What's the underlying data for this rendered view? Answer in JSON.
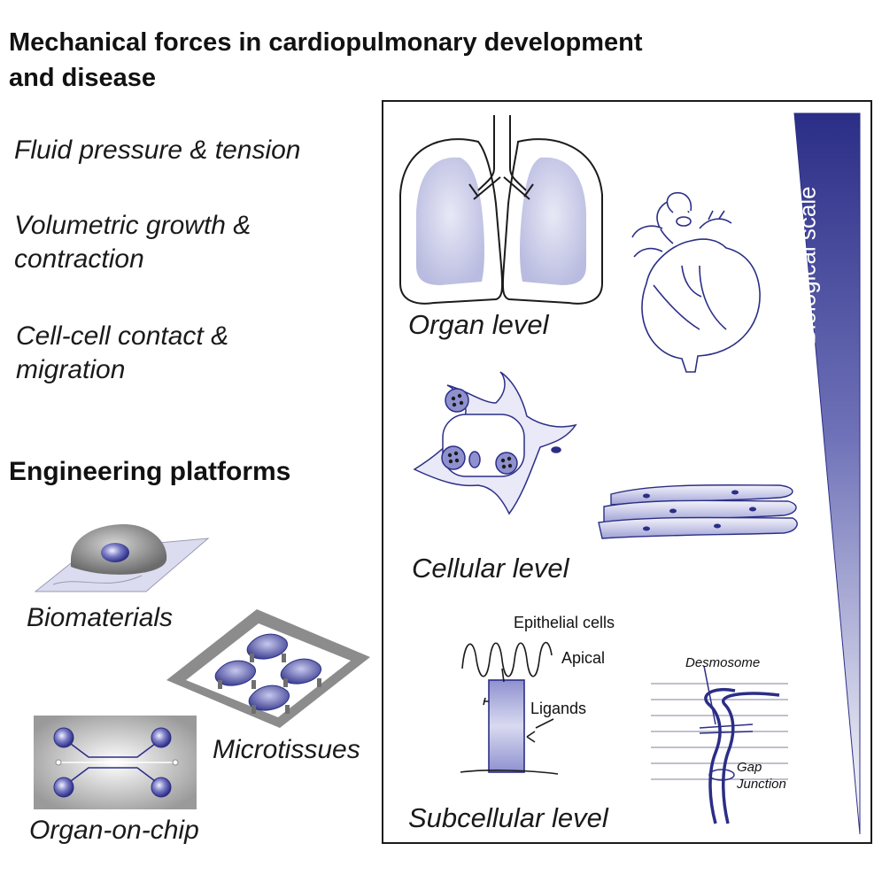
{
  "title": {
    "line1": "Mechanical forces in cardiopulmonary development",
    "line2": "and disease"
  },
  "forces": [
    {
      "line1": "Fluid pressure & tension",
      "line2": ""
    },
    {
      "line1": "Volumetric growth &",
      "line2": "contraction"
    },
    {
      "line1": "Cell-cell contact &",
      "line2": "migration"
    }
  ],
  "platforms": {
    "heading": "Engineering platforms",
    "items": [
      "Biomaterials",
      "Microtissues",
      "Organ-on-chip"
    ]
  },
  "scale": {
    "label": "Biological scale",
    "levels": [
      "Organ level",
      "Cellular level",
      "Subcellular level"
    ]
  },
  "subcellular_labels": {
    "epithelial": "Epithelial cells",
    "apical": "Apical",
    "ligands": "Ligands",
    "desmosome": "Desmosome",
    "gap": "Gap",
    "junction": "Junction"
  },
  "colors": {
    "accent_dark": "#2b2e86",
    "accent_light": "#c9cbea",
    "gray": "#8c8c8c",
    "line": "#1b1b1b"
  }
}
